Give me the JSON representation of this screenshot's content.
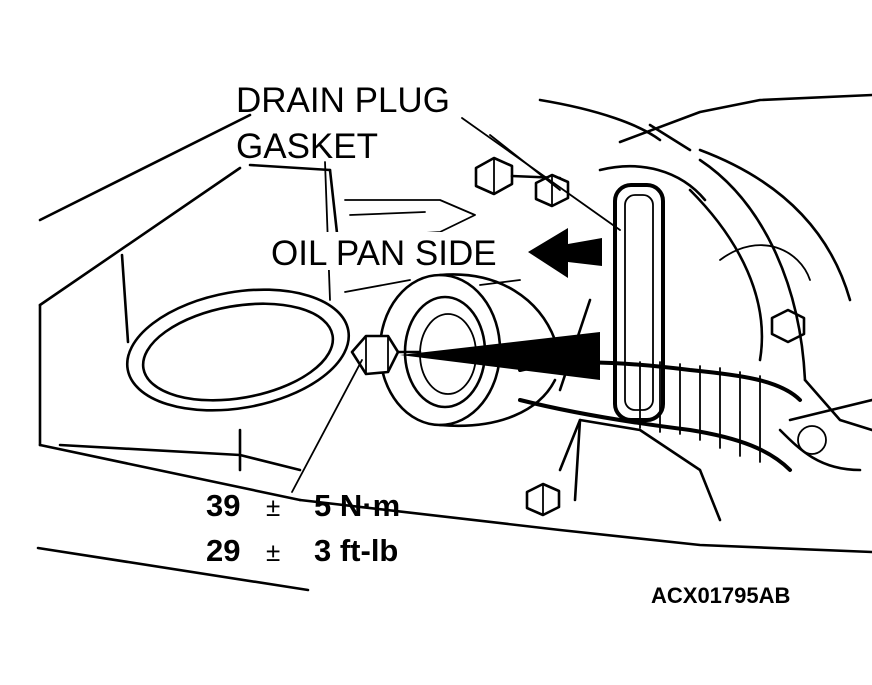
{
  "labels": {
    "drain_plug": "DRAIN PLUG",
    "gasket": "GASKET",
    "oil_pan_side": "OIL PAN SIDE"
  },
  "torque": {
    "metric_value": "39",
    "metric_sign": "±",
    "metric_tol": "5 N·m",
    "imperial_value": "29",
    "imperial_sign": "±",
    "imperial_tol": "3 ft-lb"
  },
  "figure_code": "ACX01795AB",
  "colors": {
    "ink": "#000000",
    "paper": "#ffffff"
  }
}
